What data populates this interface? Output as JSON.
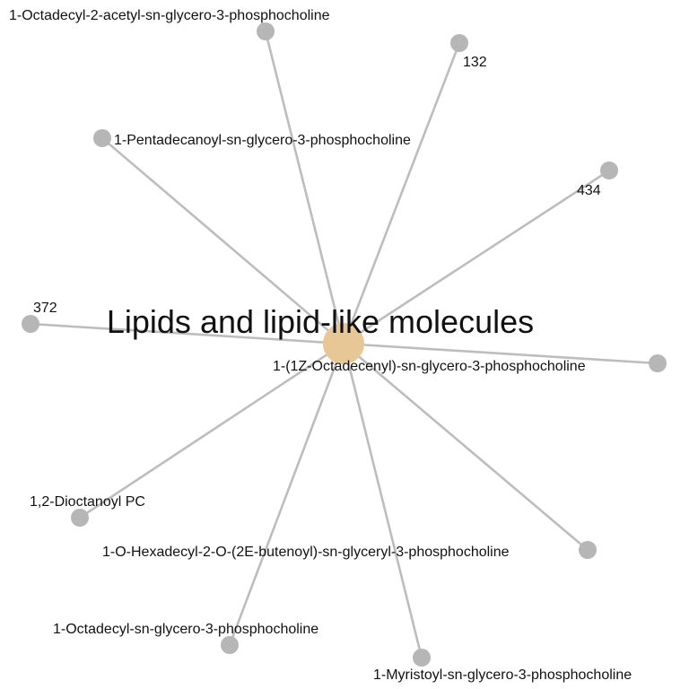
{
  "network": {
    "hub": {
      "label": "Lipids and lipid-like molecules",
      "color": "#e8c797"
    },
    "leaf_color": "#b6b6b6",
    "edge_color": "#bdbdbd",
    "nodes": [
      {
        "label": "1-Octadecyl-2-acetyl-sn-glycero-3-phosphocholine"
      },
      {
        "label": "132"
      },
      {
        "label": "1-Pentadecanoyl-sn-glycero-3-phosphocholine"
      },
      {
        "label": "434"
      },
      {
        "label": "372"
      },
      {
        "label": "1-(1Z-Octadecenyl)-sn-glycero-3-phosphocholine"
      },
      {
        "label": "1,2-Dioctanoyl PC"
      },
      {
        "label": "1-O-Hexadecyl-2-O-(2E-butenoyl)-sn-glyceryl-3-phosphocholine"
      },
      {
        "label": "1-Octadecyl-sn-glycero-3-phosphocholine"
      },
      {
        "label": "1-Myristoyl-sn-glycero-3-phosphocholine"
      }
    ]
  }
}
